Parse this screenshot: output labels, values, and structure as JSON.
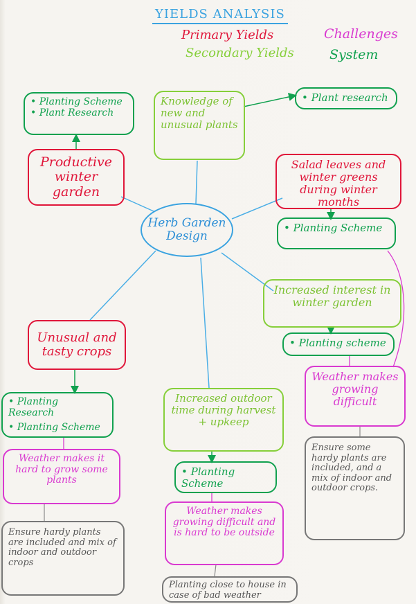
{
  "title": "YIELDS ANALYSIS",
  "legend": {
    "primary": "Primary Yields",
    "secondary": "Secondary Yields",
    "challenges": "Challenges",
    "system": "System"
  },
  "center": "Herb Garden Design",
  "nodes": {
    "knowledge": "Knowledge of new and unusual plants",
    "plant_research_top": "• Plant research",
    "planting_list_top": [
      "Planting Scheme",
      "Plant Research"
    ],
    "productive_winter": "Productive winter garden",
    "salad_leaves": "Salad leaves and winter greens during winter months",
    "planting_scheme_right": "• Planting Scheme",
    "increased_interest": "Increased interest in winter garden",
    "planting_scheme_mid": "• Planting scheme",
    "weather_growing": "Weather makes growing difficult",
    "ensure_right": "Ensure some hardy plants are included, and a mix of indoor and outdoor crops.",
    "unusual_crops": "Unusual and tasty crops",
    "planting_list_left": [
      "Planting Research",
      "Planting Scheme"
    ],
    "weather_left": "Weather makes it hard to grow some plants",
    "ensure_left": "Ensure hardy plants are included and mix of indoor and outdoor crops",
    "increased_outdoor": "Increased outdoor time during harvest + upkeep",
    "planting_scheme_bottom": "• Planting Scheme",
    "weather_bottom": "Weather makes growing difficult and is hard to be outside",
    "planting_close": "Planting close to house in case of bad weather"
  },
  "colors": {
    "primary": "#e0163a",
    "secondary": "#86cf3a",
    "challenges": "#d93ad0",
    "system": "#11a14f",
    "center": "#3ba3e0"
  }
}
